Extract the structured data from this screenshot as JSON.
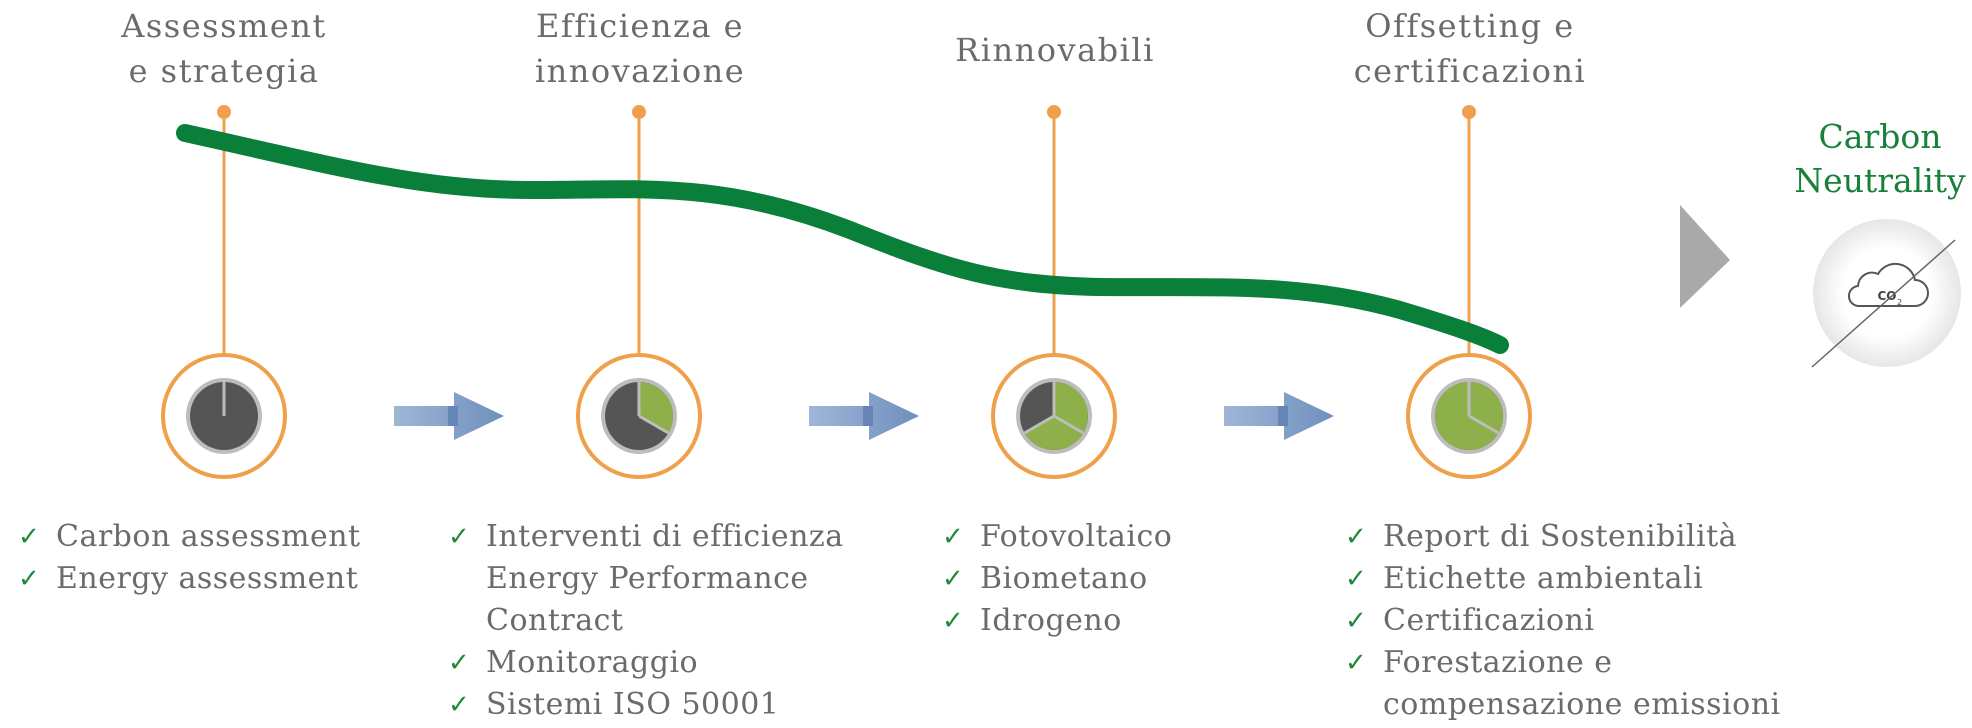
{
  "colors": {
    "orange": "#f0a04b",
    "green_curve": "#0a7f3a",
    "pie_dark": "#555555",
    "pie_green": "#8db04a",
    "arrow_blue": "#7f9cc4",
    "check_green": "#1f8a3a",
    "text_grey": "#6b6b6b",
    "goal_green": "#17803b"
  },
  "stages": [
    {
      "title": "Assessment\ne strategia",
      "progress_fraction": 0.0,
      "items": [
        [
          "Carbon assessment"
        ],
        [
          "Energy assessment"
        ]
      ]
    },
    {
      "title": "Efficienza e\ninnovazione",
      "progress_fraction": 0.3333,
      "items": [
        [
          "Interventi di efficienza",
          "Energy Performance",
          "Contract"
        ],
        [
          "Monitoraggio"
        ],
        [
          "Sistemi ISO 50001"
        ]
      ]
    },
    {
      "title": "Rinnovabili",
      "progress_fraction": 0.6667,
      "items": [
        [
          "Fotovoltaico"
        ],
        [
          "Biometano"
        ],
        [
          "Idrogeno"
        ]
      ]
    },
    {
      "title": "Offsetting e\ncertificazioni",
      "progress_fraction": 1.0,
      "items": [
        [
          "Report di Sostenibilità"
        ],
        [
          "Etichette ambientali"
        ],
        [
          "Certificazioni"
        ],
        [
          "Forestazione e",
          "compensazione emissioni"
        ]
      ]
    }
  ],
  "goal": {
    "title": "Carbon\nNeutrality",
    "icon": "co2-cloud-crossed-icon",
    "icon_text": "CO",
    "icon_subscript": "2"
  },
  "check_symbol": "✓"
}
